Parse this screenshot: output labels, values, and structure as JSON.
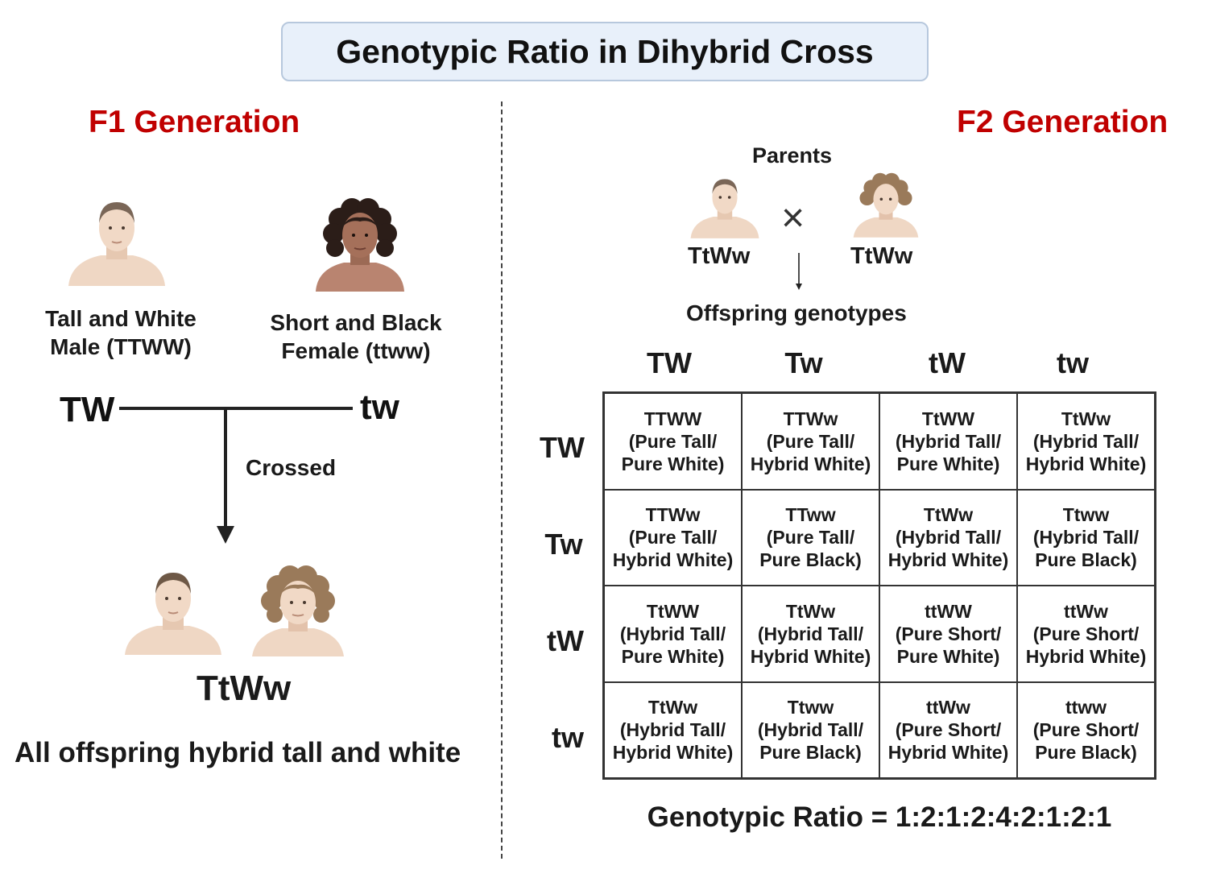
{
  "title": "Genotypic Ratio in Dihybrid Cross",
  "f1": {
    "heading": "F1 Generation",
    "male_label": [
      "Tall and White",
      "Male (TTWW)"
    ],
    "female_label": [
      "Short and Black",
      "Female (ttww)"
    ],
    "gamete_left": "TW",
    "gamete_right": "tw",
    "arrow_label": "Crossed",
    "offspring_genotype": "TtWw",
    "summary": "All offspring hybrid tall and white"
  },
  "f2": {
    "heading": "F2 Generation",
    "parents_label": "Parents",
    "parent1_genotype": "TtWw",
    "parent2_genotype": "TtWw",
    "cross_symbol": "×",
    "offspring_label": "Offspring genotypes",
    "column_headers": [
      "TW",
      "Tw",
      "tW",
      "tw"
    ],
    "row_headers": [
      "TW",
      "Tw",
      "tW",
      "tw"
    ],
    "cells": [
      [
        {
          "g": "TTWW",
          "d1": "(Pure Tall/",
          "d2": "Pure White)"
        },
        {
          "g": "TTWw",
          "d1": "(Pure Tall/",
          "d2": "Hybrid White)"
        },
        {
          "g": "TtWW",
          "d1": "(Hybrid Tall/",
          "d2": "Pure White)"
        },
        {
          "g": "TtWw",
          "d1": "(Hybrid Tall/",
          "d2": "Hybrid White)"
        }
      ],
      [
        {
          "g": "TTWw",
          "d1": "(Pure Tall/",
          "d2": "Hybrid White)"
        },
        {
          "g": "TTww",
          "d1": "(Pure Tall/",
          "d2": "Pure Black)"
        },
        {
          "g": "TtWw",
          "d1": "(Hybrid Tall/",
          "d2": "Hybrid White)"
        },
        {
          "g": "Ttww",
          "d1": "(Hybrid Tall/",
          "d2": "Pure Black)"
        }
      ],
      [
        {
          "g": "TtWW",
          "d1": "(Hybrid Tall/",
          "d2": "Pure White)"
        },
        {
          "g": "TtWw",
          "d1": "(Hybrid Tall/",
          "d2": "Hybrid White)"
        },
        {
          "g": "ttWW",
          "d1": "(Pure Short/",
          "d2": "Pure White)"
        },
        {
          "g": "ttWw",
          "d1": "(Pure Short/",
          "d2": "Hybrid White)"
        }
      ],
      [
        {
          "g": "TtWw",
          "d1": "(Hybrid Tall/",
          "d2": "Hybrid White)"
        },
        {
          "g": "Ttww",
          "d1": "(Hybrid Tall/",
          "d2": "Pure Black)"
        },
        {
          "g": "ttWw",
          "d1": "(Pure Short/",
          "d2": "Hybrid White)"
        },
        {
          "g": "ttww",
          "d1": "(Pure Short/",
          "d2": "Pure Black)"
        }
      ]
    ],
    "ratio_text": "Genotypic Ratio = 1:2:1:2:4:2:1:2:1"
  },
  "colors": {
    "heading_red": "#c00000",
    "title_bg": "#e8f0fa",
    "skin_light": "#f1d9c6",
    "skin_dark": "#a5705a",
    "hair_short": "#7a6657",
    "hair_curly_dark": "#2b1d18",
    "hair_curly_light": "#9a7a5a"
  }
}
